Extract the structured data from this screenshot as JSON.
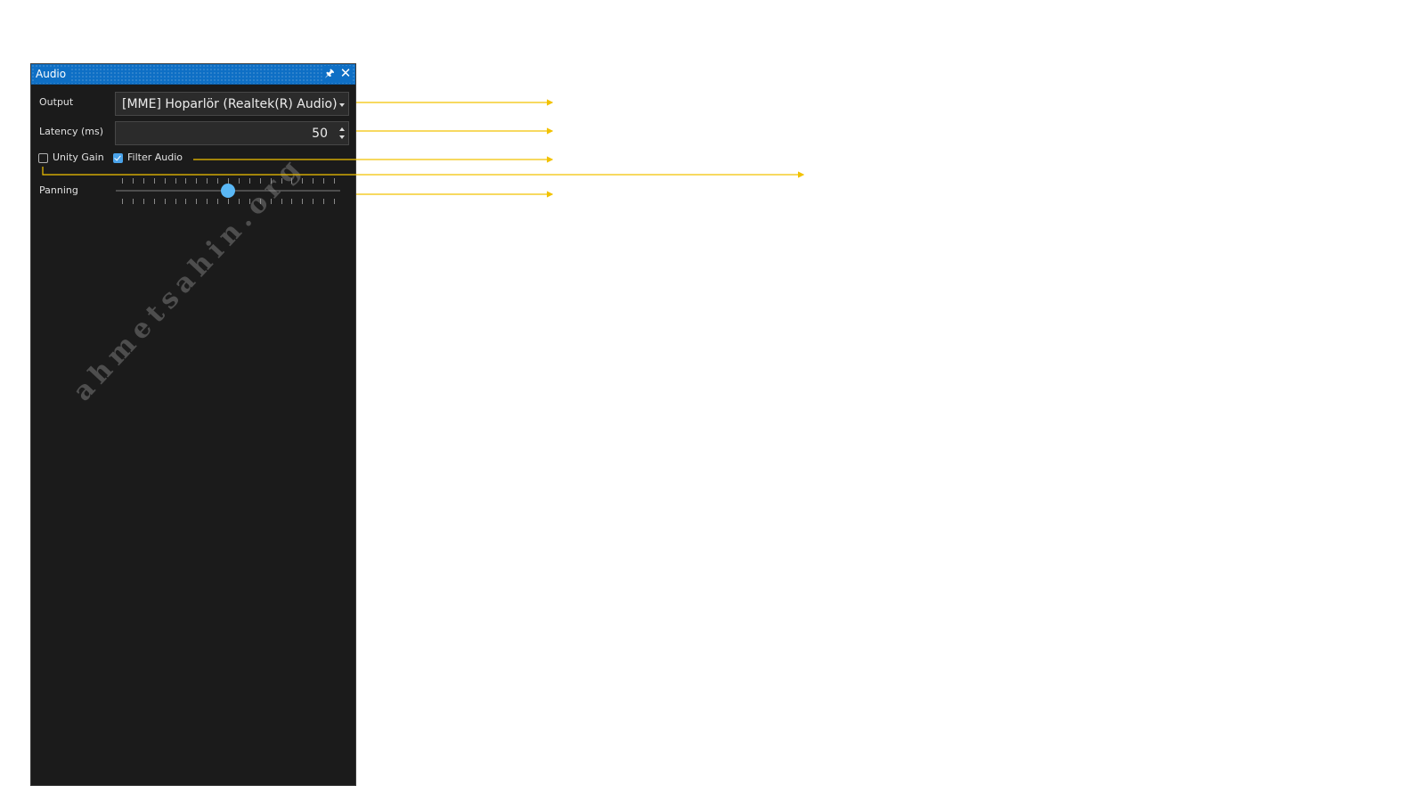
{
  "window": {
    "title": "Audio",
    "pin_icon": "pin-icon",
    "close_icon": "close-icon",
    "accent_color": "#0e6fc5"
  },
  "fields": {
    "output": {
      "label": "Output",
      "value": "[MME] Hoparlör (Realtek(R) Audio)"
    },
    "latency": {
      "label": "Latency (ms)",
      "value": "50"
    },
    "unity_gain": {
      "label": "Unity Gain",
      "checked": false
    },
    "filter_audio": {
      "label": "Filter Audio",
      "checked": true
    },
    "panning": {
      "label": "Panning",
      "value_fraction": 0.5,
      "tick_count": 21
    }
  },
  "watermark": "ahmetsahin.org",
  "annotation_color": "#f2c200"
}
